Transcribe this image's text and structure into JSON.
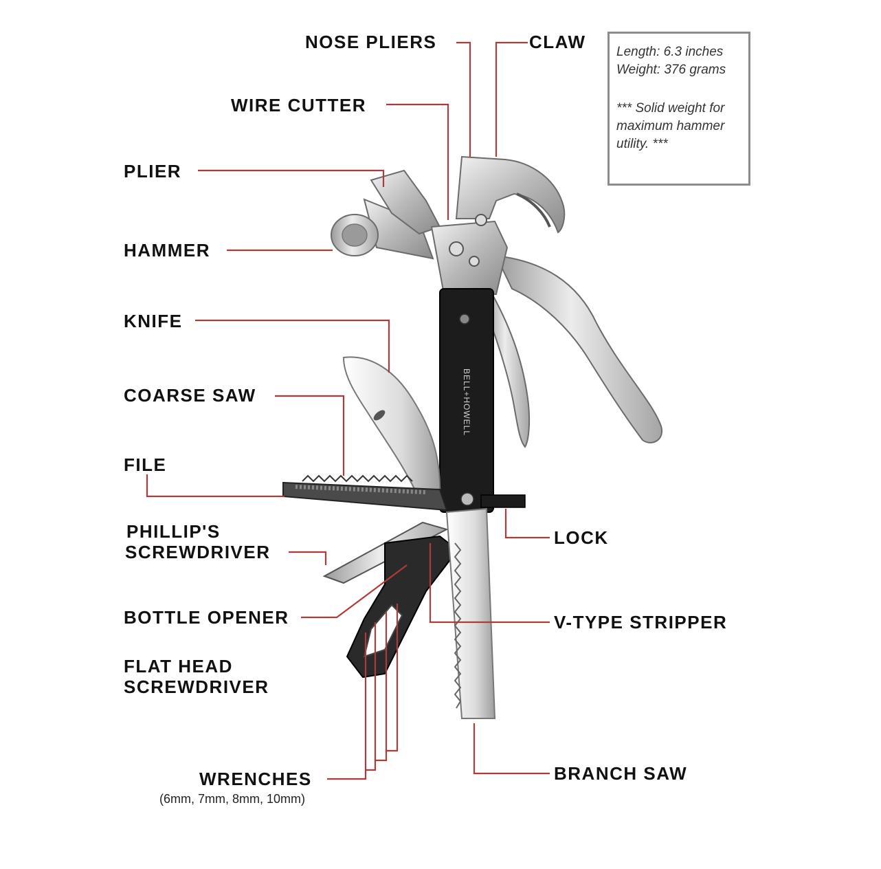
{
  "colors": {
    "leader": "#b03a3a",
    "label": "#111111",
    "box_border": "#8c8c8c",
    "background": "#ffffff",
    "handle": "#1c1c1c",
    "steel": "#c8c8c8"
  },
  "labels": {
    "nose_pliers": "NOSE PLIERS",
    "claw": "CLAW",
    "wire_cutter": "WIRE CUTTER",
    "plier": "PLIER",
    "hammer": "HAMMER",
    "knife": "KNIFE",
    "coarse_saw": "COARSE SAW",
    "file": "FILE",
    "phillips_line1": "PHILLIP'S",
    "phillips_line2": "SCREWDRIVER",
    "bottle_opener": "BOTTLE OPENER",
    "flat_head_line1": "FLAT HEAD",
    "flat_head_line2": "SCREWDRIVER",
    "wrenches": "WRENCHES",
    "wrenches_sizes": "(6mm, 7mm, 8mm, 10mm)",
    "lock": "LOCK",
    "v_type_stripper": "V-TYPE STRIPPER",
    "branch_saw": "BRANCH SAW"
  },
  "spec_box": {
    "length": "Length: 6.3 inches",
    "weight": "Weight: 376 grams",
    "note_line1": "*** Solid weight for",
    "note_line2": "maximum hammer",
    "note_line3": "utility. ***"
  },
  "brand_text": "BELL+HOWELL"
}
